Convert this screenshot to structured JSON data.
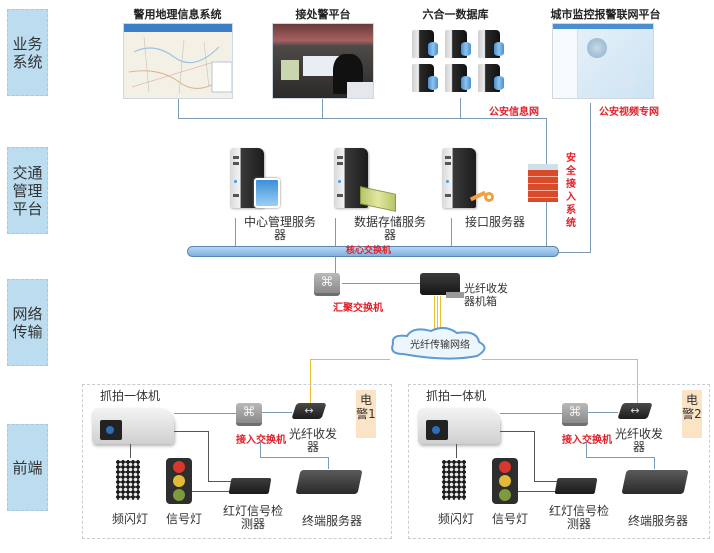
{
  "layers": [
    {
      "id": "business",
      "label": "业务系统"
    },
    {
      "id": "traffic",
      "label": "交通管理平台"
    },
    {
      "id": "network",
      "label": "网络传输"
    },
    {
      "id": "frontend",
      "label": "前端"
    }
  ],
  "business_systems": [
    {
      "title": "警用地理信息系统",
      "image": "map-screenshot"
    },
    {
      "title": "接处警平台",
      "image": "control-room-photo"
    },
    {
      "title": "六合一数据库",
      "image": "database-servers"
    },
    {
      "title": "城市监控报警联网平台",
      "image": "platform-screenshot"
    }
  ],
  "networks": {
    "police_info": "公安信息网",
    "police_video": "公安视频专网"
  },
  "platform": {
    "servers": [
      {
        "label": "中心管理服务器",
        "icon": "monitor-icon"
      },
      {
        "label": "数据存储服务器",
        "icon": "money-icon"
      },
      {
        "label": "接口服务器",
        "icon": "key-icon"
      }
    ],
    "firewall_label": "安全接入系统",
    "core_switch": "核心交换机"
  },
  "transport": {
    "aggregation_switch": "汇聚交换机",
    "fiber_chassis": "光纤收发器机箱",
    "fiber_network": "光纤传输网络"
  },
  "frontend_groups": [
    {
      "badge": "电警1",
      "camera": "抓拍一体机",
      "access_switch": "接入交换机",
      "fiber_transceiver": "光纤收发器",
      "strobe": "频闪灯",
      "signal_light": "信号灯",
      "red_light_detector": "红灯信号检测器",
      "terminal_server": "终端服务器"
    },
    {
      "badge": "电警2",
      "camera": "抓拍一体机",
      "access_switch": "接入交换机",
      "fiber_transceiver": "光纤收发器",
      "strobe": "频闪灯",
      "signal_light": "信号灯",
      "red_light_detector": "红灯信号检测器",
      "terminal_server": "终端服务器"
    }
  ],
  "colors": {
    "layer_bg": "#bcdcf0",
    "red_text": "#e0202a",
    "blue_line": "#7d9bb5",
    "fiber_line": "#e6c030",
    "core_bar": "#8fbde6"
  }
}
